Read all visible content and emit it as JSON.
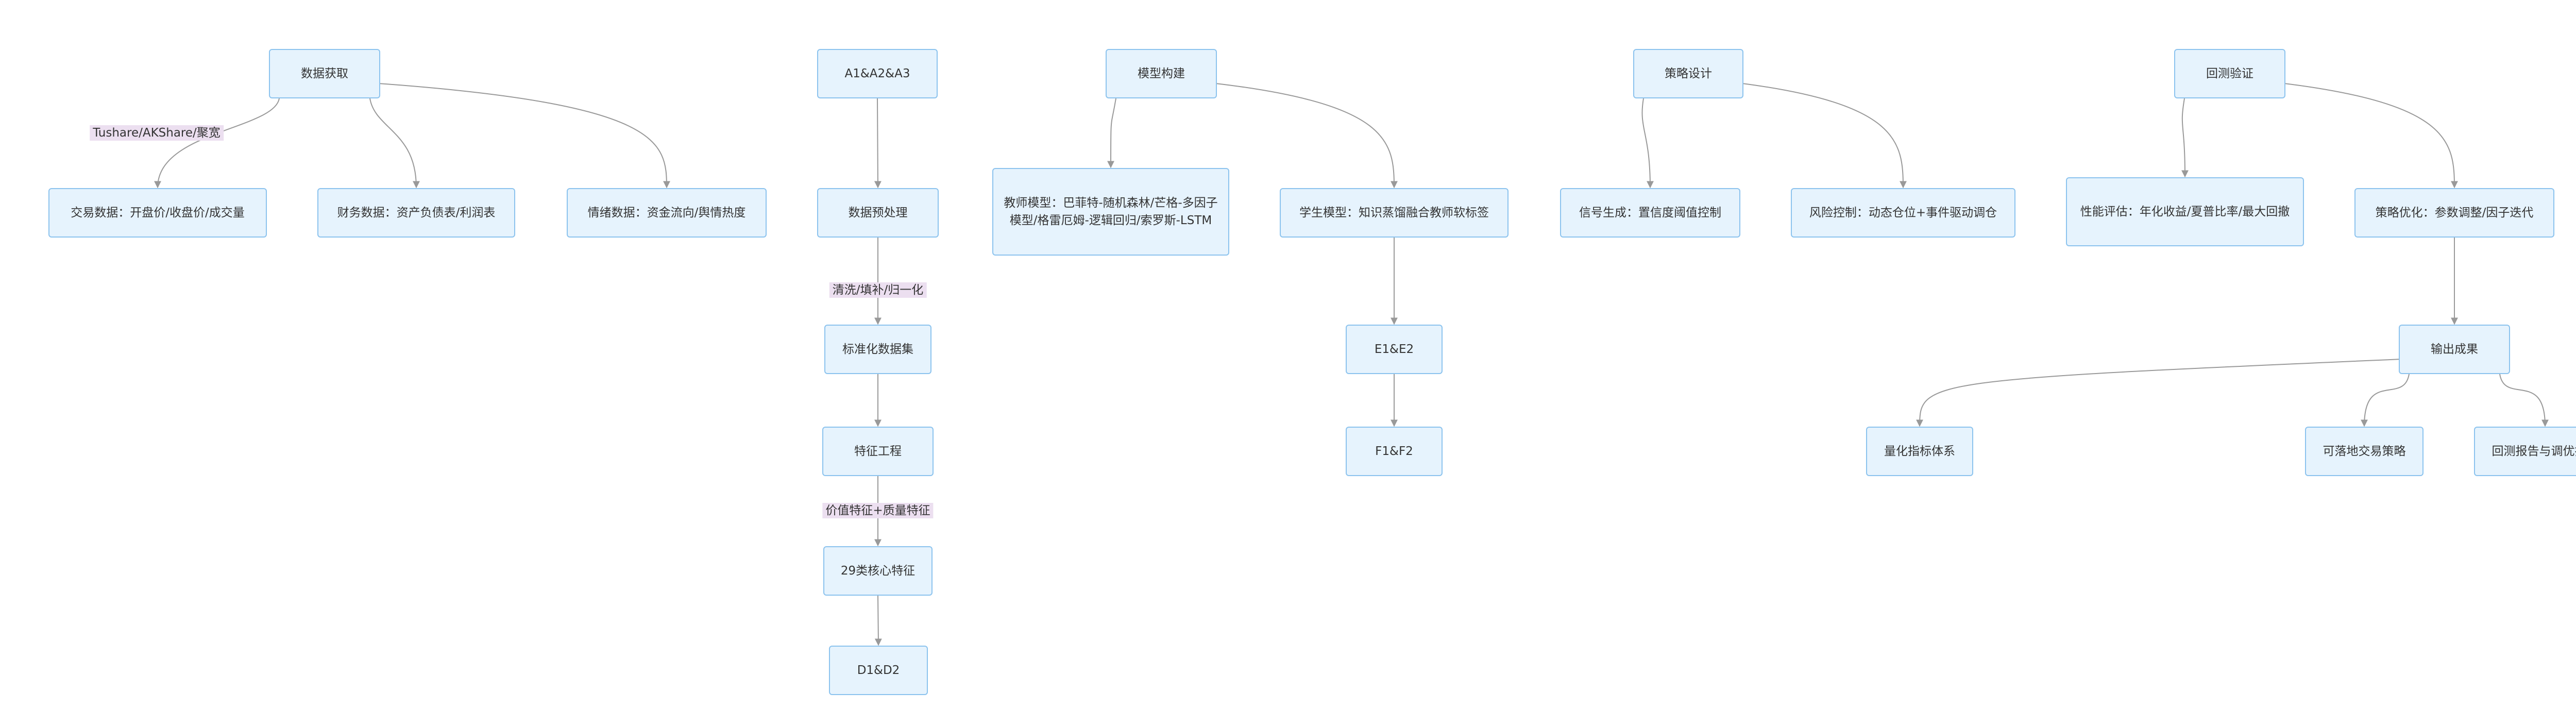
{
  "colors": {
    "node_fill": "#e6f3fd",
    "node_border": "#8cc3ee",
    "edge": "#999999",
    "edge_label_bg": "#ecdff0",
    "text": "#333333"
  },
  "nodes": {
    "data_acquisition": "数据获取",
    "trade_data": "交易数据：开盘价/收盘价/成交量",
    "financial_data": "财务数据：资产负债表/利润表",
    "sentiment_data": "情绪数据：资金流向/舆情热度",
    "a_group": "A1&A2&A3",
    "preprocessing": "数据预处理",
    "standard_dataset": "标准化数据集",
    "feature_engineering": "特征工程",
    "core_features": "29类核心特征",
    "d_group": "D1&D2",
    "model_building": "模型构建",
    "teacher_model": "教师模型：巴菲特-随机森林/芒格-多因子模型/格雷厄姆-逻辑回归/索罗斯-LSTM",
    "student_model": "学生模型：知识蒸馏融合教师软标签",
    "e_group": "E1&E2",
    "f_group": "F1&F2",
    "strategy_design": "策略设计",
    "signal_generation": "信号生成：置信度阈值控制",
    "risk_control": "风险控制：动态仓位+事件驱动调仓",
    "backtest": "回测验证",
    "performance_eval": "性能评估：年化收益/夏普比率/最大回撤",
    "strategy_opt": "策略优化：参数调整/因子迭代",
    "output": "输出成果",
    "quant_system": "量化指标体系",
    "trading_strategy": "可落地交易策略",
    "backtest_report": "回测报告与调优指南"
  },
  "edges": [
    {
      "from": "data_acquisition",
      "to": "trade_data",
      "label": "Tushare/AKShare/聚宽"
    },
    {
      "from": "data_acquisition",
      "to": "financial_data",
      "label": ""
    },
    {
      "from": "data_acquisition",
      "to": "sentiment_data",
      "label": ""
    },
    {
      "from": "a_group",
      "to": "preprocessing",
      "label": ""
    },
    {
      "from": "preprocessing",
      "to": "standard_dataset",
      "label": "清洗/填补/归一化"
    },
    {
      "from": "standard_dataset",
      "to": "feature_engineering",
      "label": ""
    },
    {
      "from": "feature_engineering",
      "to": "core_features",
      "label": "价值特征+质量特征"
    },
    {
      "from": "core_features",
      "to": "d_group",
      "label": ""
    },
    {
      "from": "model_building",
      "to": "teacher_model",
      "label": ""
    },
    {
      "from": "model_building",
      "to": "student_model",
      "label": ""
    },
    {
      "from": "student_model",
      "to": "e_group",
      "label": ""
    },
    {
      "from": "e_group",
      "to": "f_group",
      "label": ""
    },
    {
      "from": "strategy_design",
      "to": "signal_generation",
      "label": ""
    },
    {
      "from": "strategy_design",
      "to": "risk_control",
      "label": ""
    },
    {
      "from": "backtest",
      "to": "performance_eval",
      "label": ""
    },
    {
      "from": "backtest",
      "to": "strategy_opt",
      "label": ""
    },
    {
      "from": "strategy_opt",
      "to": "output",
      "label": ""
    },
    {
      "from": "output",
      "to": "quant_system",
      "label": ""
    },
    {
      "from": "output",
      "to": "trading_strategy",
      "label": ""
    },
    {
      "from": "output",
      "to": "backtest_report",
      "label": ""
    }
  ]
}
